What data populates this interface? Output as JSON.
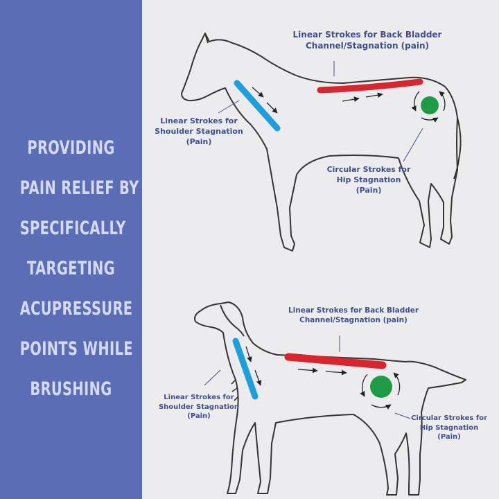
{
  "headline": [
    "PROVIDING",
    "PAIN RELIEF BY",
    "SPECIFICALLY",
    "TARGETING",
    "ACUPRESSURE",
    "POINTS WHILE",
    "BRUSHING"
  ],
  "colors": {
    "sidebar": "#5b6db5",
    "headline_text": "#d6daf0",
    "background": "#ececee",
    "label_text": "#3f4f8a",
    "shoulder_stroke": "#1f9fd9",
    "back_stroke": "#d9262e",
    "hip_point": "#1f9a45",
    "outline": "#333333"
  },
  "horse": {
    "back_label": [
      "Linear Strokes for Back Bladder",
      "Channel/Stagnation (pain)"
    ],
    "shoulder_label": [
      "Linear Strokes for",
      "Shoulder Stagnation",
      "(Pain)"
    ],
    "hip_label": [
      "Circular Strokes for",
      "Hip Stagnation",
      "(Pain)"
    ]
  },
  "dog": {
    "back_label": [
      "Linear Strokes for Back Bladder",
      "Channel/Stagnation (pain)"
    ],
    "shoulder_label": [
      "Linear Strokes for",
      "Shoulder Stagnation",
      "(Pain)"
    ],
    "hip_label": [
      "Circular Strokes for",
      "Hip Stagnation",
      "(Pain)"
    ]
  }
}
